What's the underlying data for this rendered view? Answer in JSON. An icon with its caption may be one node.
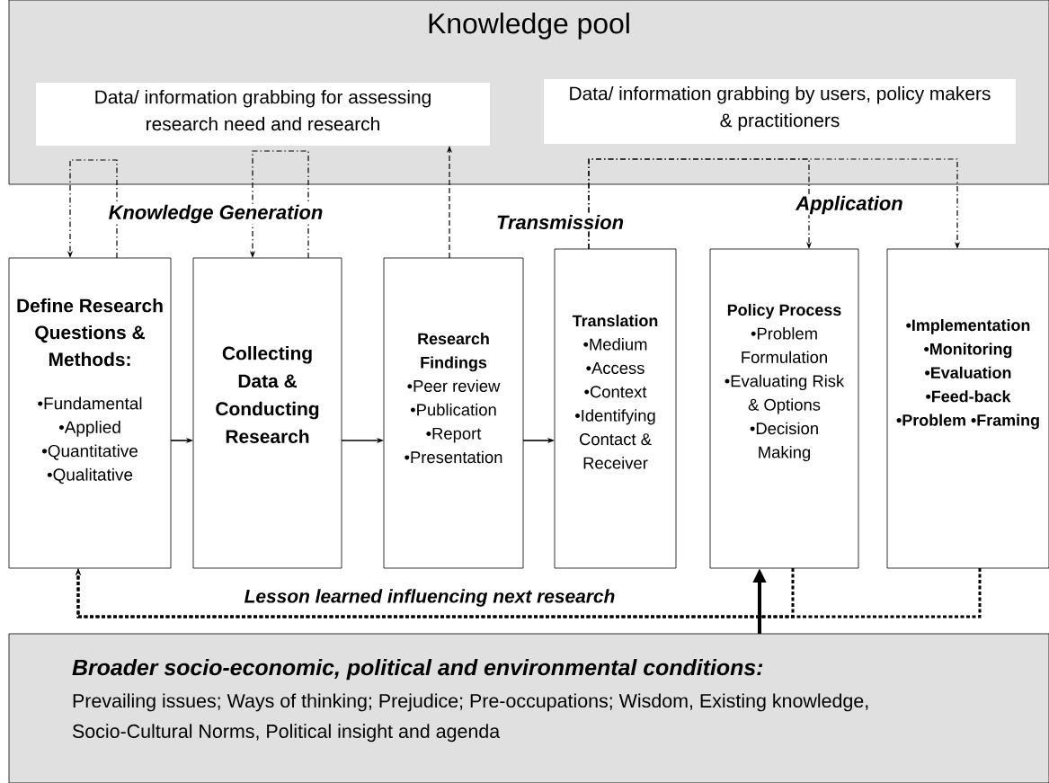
{
  "diagram": {
    "nodes": [
      {
        "text": [
          "Knowledge pool"
        ]
      },
      {
        "text": [
          "Data/ information grabbing for assessing research need and research"
        ],
        "in": 0
      },
      {
        "text": [
          "Data/ information grabbing by users, policy makers & practitioners"
        ],
        "in": 0
      },
      {
        "text": [
          "Define Research Questions & Methods:",
          "•Fundamental •Applied •Quantitative •Qualitative"
        ]
      },
      {
        "text": [
          "Collecting Data & Conducting Research"
        ]
      },
      {
        "text": [
          "Research Findings",
          "•Peer review •Publication •Report •Presentation"
        ]
      },
      {
        "text": [
          "Translation",
          "•Medium •Access •Context •Identifying Contact & Receiver"
        ]
      },
      {
        "text": [
          "Policy Process",
          "•Problem Formulation •Evaluating Risk & Options •Decision Making"
        ]
      },
      {
        "text": [
          "•Implementation •Monitoring •Evaluation •Feed-back •Problem •Framing"
        ]
      },
      {
        "text": [
          "Broader socio-economic, political and environmental conditions:",
          "Prevailing issues; Ways of thinking; Prejudice; Pre-occupations; Wisdom, Existing knowledge, Socio-Cultural Norms, Political insight and agenda"
        ]
      }
    ],
    "edges": [
      {
        "from": 3,
        "to": 3,
        "arrow": "to",
        "style": "dashed"
      },
      {
        "from": 4,
        "to": 4,
        "arrow": "to",
        "style": "dashed"
      },
      {
        "from": 5,
        "to": 1,
        "arrow": "to",
        "style": "dashed"
      },
      {
        "from": 6,
        "to": 7,
        "arrow": "to",
        "style": "dashed"
      },
      {
        "from": 6,
        "to": 8,
        "arrow": "to",
        "style": "dashed"
      },
      {
        "from": 3,
        "to": 4,
        "arrow": "to"
      },
      {
        "from": 4,
        "to": 5,
        "arrow": "to"
      },
      {
        "from": 5,
        "to": 6,
        "arrow": "to"
      },
      {
        "from": 9,
        "to": 7,
        "arrow": "to",
        "style": "thick"
      },
      {
        "from": 8,
        "to": 3,
        "arrow": "to",
        "style": "dashed",
        "label": "Lesson learned influencing next research"
      },
      {
        "from": 7,
        "to": 3,
        "arrow": "to",
        "style": "dashed"
      }
    ],
    "labels": [
      "Knowledge Generation",
      "Transmission",
      "Application"
    ]
  }
}
